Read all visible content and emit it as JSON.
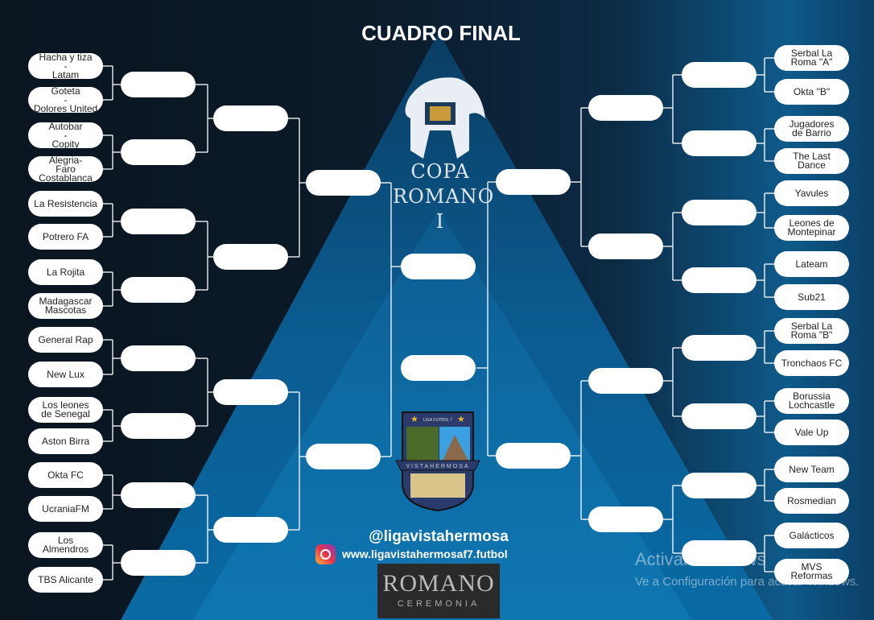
{
  "title": "CUADRO FINAL",
  "logo": {
    "copa_lines": [
      "COPA",
      "ROMANO",
      "I"
    ]
  },
  "crest": {
    "top_text": "LIGA FUTBOL 7",
    "band_text": "VISTAHERMOSA"
  },
  "social": {
    "handle": "@ligavistahermosa",
    "website": "www.ligavistahermosaf7.futbol"
  },
  "sponsor": {
    "name": "ROMANO",
    "sub": "CEREMONIA"
  },
  "watermark": {
    "line1": "Activar Windows",
    "line2": "Ve a Configuración para activar Windows."
  },
  "left_round1": [
    "Hacha y tiza\n-\nLatam",
    "Goteta\n-\nDolores United",
    "Autobar\n-\nCopity",
    "Alegria-\nFaro\nCostablanca",
    "La Resistencia",
    "Potrero FA",
    "La Rojita",
    "Madagascar\nMascotas",
    "General Rap",
    "New Lux",
    "Los leones\nde Senegal",
    "Aston Birra",
    "Okta FC",
    "UcraniaFM",
    "Los\nAlmendros",
    "TBS Alicante"
  ],
  "right_round1": [
    "Serbal La\nRoma \"A\"",
    "Okta \"B\"",
    "Jugadores\nde Barrio",
    "The Last\nDance",
    "Yavules",
    "Leones de\nMontepinar",
    "Lateam",
    "Sub21",
    "Serbal La\nRoma \"B\"",
    "Tronchaos FC",
    "Borussia\nLochcastle",
    "Vale Up",
    "New Team",
    "Rosmedian",
    "Galácticos",
    "MVS\nReformas"
  ]
}
